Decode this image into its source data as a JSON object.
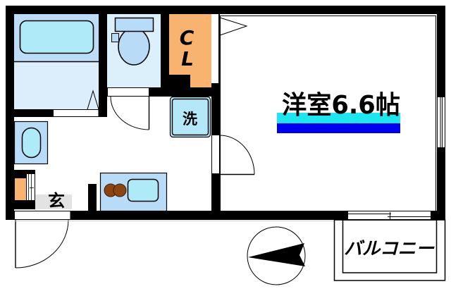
{
  "plan": {
    "main_room": {
      "label": "洋室6.6帖",
      "room_type": "洋室",
      "size": "6.6",
      "unit": "帖"
    },
    "closet": {
      "label_top": "C",
      "label_bottom": "L"
    },
    "laundry": {
      "label": "洗"
    },
    "entrance": {
      "label": "玄"
    },
    "balcony": {
      "label": "バルコニー"
    },
    "compass": {
      "icon": "compass-arrow-icon",
      "arrow_points": "left"
    },
    "fixtures": [
      "bathtub",
      "toilet",
      "washbasin",
      "shoe-cabinet",
      "stove-burners",
      "kitchen-sink",
      "washing-machine-space"
    ]
  },
  "colors": {
    "wall": "#000000",
    "floor": "#ffffff",
    "bath_tub_zone": "#bcdcf8",
    "bath_wash_zone": "#dcedfb",
    "toilet_floor": "#dcf0fc",
    "fixture_blue": "#b8dcf8",
    "water_blue": "#aeeaf8",
    "laundry_blue": "#b4e8f8",
    "closet_orange": "#f7b36f",
    "burner_brown": "#8b4513",
    "entrance_gray": "#e3e3e3",
    "label_bar_cyan": "#1fe6ee",
    "label_bar_blue": "#0000ee"
  }
}
